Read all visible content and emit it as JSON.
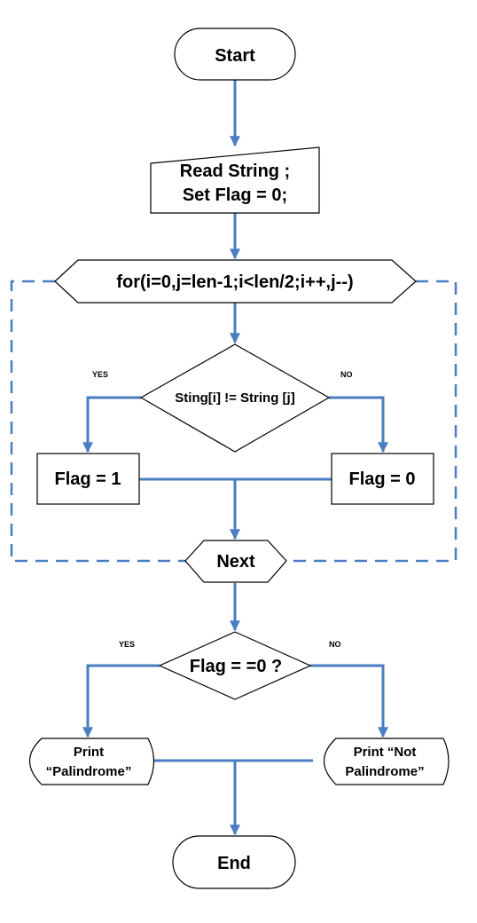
{
  "diagram": {
    "start": "Start",
    "input_line1": "Read String ;",
    "input_line2": "Set Flag = 0;",
    "loop_header": "for(i=0,j=len-1;i<len/2;i++,j--)",
    "inner_decision": "Sting[i] != String [j]",
    "inner_yes": "YES",
    "inner_no": "NO",
    "flag_one": "Flag = 1",
    "flag_zero": "Flag = 0",
    "next": "Next",
    "outer_decision": "Flag = =0 ?",
    "outer_yes": "YES",
    "outer_no": "NO",
    "print_left_line1": "Print",
    "print_left_line2": "“Palindrome”",
    "print_right_line1": "Print “Not",
    "print_right_line2": "Palindrome”",
    "end": "End"
  },
  "colors": {
    "connector": "#4a7ec2",
    "outline": "#000000",
    "fill": "#ffffff"
  }
}
